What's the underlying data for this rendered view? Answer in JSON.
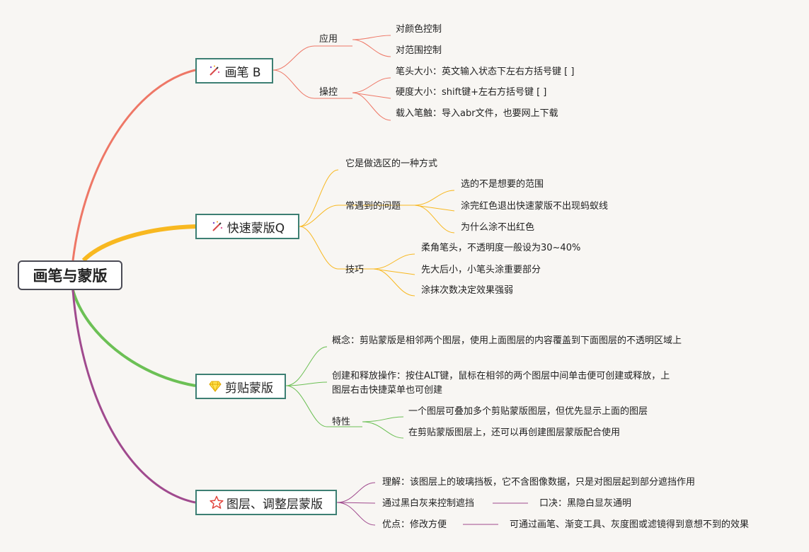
{
  "root": {
    "label": "画笔与蒙版"
  },
  "colors": {
    "brush": "#ee7766",
    "quick": "#f8b820",
    "clip": "#6cc055",
    "layer": "#a04a8e"
  },
  "topics": {
    "brush": {
      "label": "画笔 B",
      "icon": "magic-wand-icon",
      "children": {
        "apply": {
          "label": "应用",
          "items": [
            "对颜色控制",
            "对范围控制"
          ]
        },
        "control": {
          "label": "操控",
          "items": [
            "笔头大小：英文输入状态下左右方括号键 [ ]",
            "硬度大小：shift键+左右方括号键 [ ]",
            "载入笔触：导入abr文件，也要网上下载"
          ]
        }
      }
    },
    "quick": {
      "label": "快速蒙版Q",
      "icon": "magic-wand-icon",
      "children": {
        "desc": {
          "label": "它是做选区的一种方式"
        },
        "problems": {
          "label": "常遇到的问题",
          "items": [
            "选的不是想要的范围",
            "涂完红色退出快速蒙版不出现蚂蚁线",
            "为什么涂不出红色"
          ]
        },
        "tips": {
          "label": "技巧",
          "items": [
            "柔角笔头，不透明度一般设为30~40%",
            "先大后小，小笔头涂重要部分",
            "涂抹次数决定效果强弱"
          ]
        }
      }
    },
    "clip": {
      "label": "剪贴蒙版",
      "icon": "diamond-icon",
      "children": {
        "concept": {
          "label": "概念：剪贴蒙版是相邻两个图层，使用上面图层的内容覆盖到下面图层的不透明区域上"
        },
        "create": {
          "label": "创建和释放操作：按住ALT键，鼠标在相邻的两个图层中间单击便可创建或释放，上图层右击快捷菜单也可创建"
        },
        "feature": {
          "label": "特性",
          "items": [
            "一个图层可叠加多个剪贴蒙版图层，但优先显示上面的图层",
            "在剪贴蒙版图层上，还可以再创建图层蒙版配合使用"
          ]
        }
      }
    },
    "layer": {
      "label": "图层、调整层蒙版",
      "icon": "star-icon",
      "children": {
        "understand": {
          "label": "理解：该图层上的玻璃挡板，它不含图像数据，只是对图层起到部分遮挡作用"
        },
        "control": {
          "label": "通过黑白灰来控制遮挡",
          "note": "口决：黑隐白显灰通明"
        },
        "advantage": {
          "label": "优点：修改方便",
          "note": "可通过画笔、渐变工具、灰度图或滤镜得到意想不到的效果"
        }
      }
    }
  }
}
